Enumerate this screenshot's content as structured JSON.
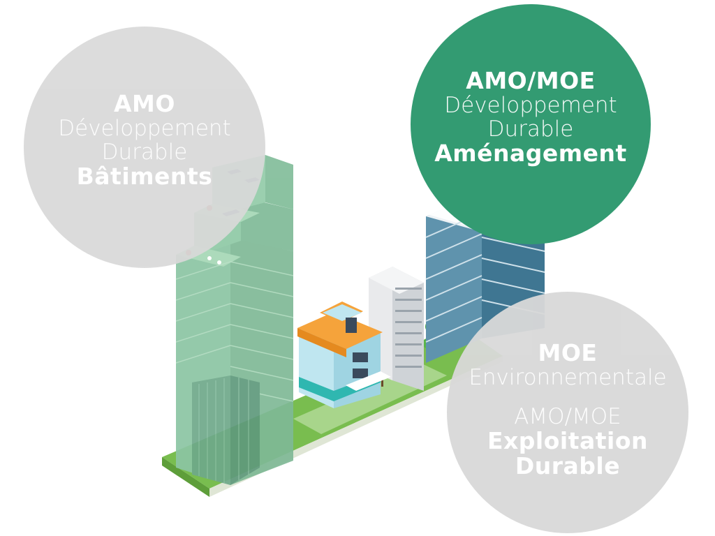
{
  "colors": {
    "grey_bubble": "#d9d9d9",
    "green_bubble": "#339b72",
    "tower": "#8fc7a4",
    "grass": "#7cc04e"
  },
  "bubbles": {
    "amo": {
      "title": "AMO",
      "line1": "Développement",
      "line2": "Durable",
      "line3": "Bâtiments"
    },
    "amo_moe": {
      "title": "AMO/MOE",
      "line1": "Développement",
      "line2": "Durable",
      "line3": "Aménagement"
    },
    "moe": {
      "title": "MOE",
      "line1": "Environnementale",
      "line2": "AMO/MOE",
      "line3": "Exploitation",
      "line4": "Durable"
    }
  }
}
